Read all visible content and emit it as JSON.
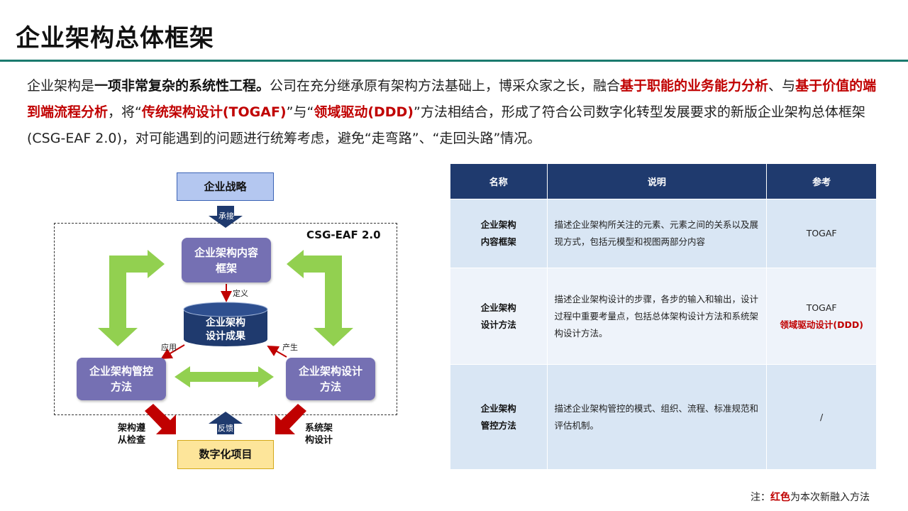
{
  "title": "企业架构总体框架",
  "intro": {
    "p1": "企业架构是",
    "p2": "一项非常复杂的系统性工程。",
    "p3": "公司在充分继承原有架构方法基础上，博采众家之长，融合",
    "p4": "基于职能的业务能力分析",
    "p5": "、与",
    "p6": "基于价值的端到端流程分析",
    "p7": "，将“",
    "p8": "传统架构设计(TOGAF)",
    "p9": "”与“",
    "p10": "领域驱动(DDD)",
    "p11": "”方法相结合，形成了符合公司数字化转型发展要求的新版企业架构总体框架(CSG-EAF 2.0)，对可能遇到的问题进行统筹考虑，避免“走弯路”、“走回头路”情况。"
  },
  "diagram": {
    "strategy": "企业战略",
    "inherit": "承接",
    "frame_label": "CSG-EAF 2.0",
    "content_line1": "企业架构内容",
    "content_line2": "框架",
    "define": "定义",
    "result_line1": "企业架构",
    "result_line2": "设计成果",
    "apply": "应用",
    "produce": "产生",
    "control_line1": "企业架构管控",
    "control_line2": "方法",
    "design_line1": "企业架构设计",
    "design_line2": "方法",
    "feedback": "反馈",
    "comply_line1": "架构遵",
    "comply_line2": "从检查",
    "sysdesign_line1": "系统架",
    "sysdesign_line2": "构设计",
    "project": "数字化项目"
  },
  "table": {
    "headers": [
      "名称",
      "说明",
      "参考"
    ],
    "rows": [
      {
        "name1": "企业架构",
        "name2": "内容框架",
        "desc": "描述企业架构所关注的元素、元素之间的关系以及展现方式，包括元模型和视图两部分内容",
        "ref": "TOGAF",
        "ref_red": ""
      },
      {
        "name1": "企业架构",
        "name2": "设计方法",
        "desc": "描述企业架构设计的步骤，各步的输入和输出，设计过程中重要考量点，包括总体架构设计方法和系统架构设计方法。",
        "ref": "TOGAF",
        "ref_red": "领域驱动设计(DDD)"
      },
      {
        "name1": "企业架构",
        "name2": "管控方法",
        "desc": "描述企业架构管控的模式、组织、流程、标准规范和评估机制。",
        "ref": "/",
        "ref_red": ""
      }
    ]
  },
  "note": {
    "prefix": "注：",
    "red": "红色",
    "suffix": "为本次新融入方法"
  },
  "colors": {
    "accent_rule": "#1a7a6e",
    "red": "#c00000",
    "navy": "#1f3a6e",
    "purple": "#7570b3",
    "green": "#92d050"
  }
}
